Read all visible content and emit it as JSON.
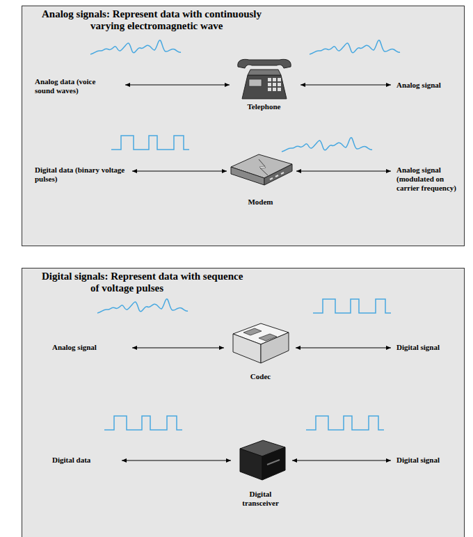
{
  "diagram": {
    "nodes": [
      {
        "text": [
          "Analog signals: Represent data with continuously varying electromagnetic wave"
        ]
      },
      {
        "text": [
          "Telephone"
        ],
        "in": 0
      },
      {
        "text": [
          "Modem"
        ],
        "in": 0
      },
      {
        "text": [
          "Digital signals: Represent data with sequence of voltage pulses"
        ]
      },
      {
        "text": [
          "Codec"
        ],
        "in": 3
      },
      {
        "text": [
          "Digital transceiver"
        ],
        "in": 3
      }
    ],
    "labels": [
      "Analog data (voice sound waves)",
      "Analog signal",
      "Digital data (binary voltage pulses)",
      "Analog signal (modulated on carrier frequency)",
      "Analog signal",
      "Digital signal",
      "Digital data",
      "Digital signal"
    ]
  }
}
